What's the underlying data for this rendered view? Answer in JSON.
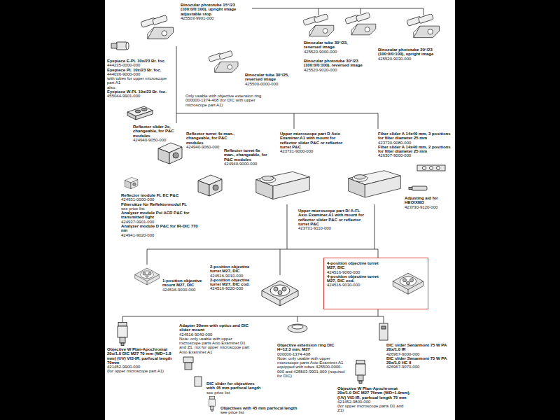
{
  "diagram": {
    "nodes": [
      {
        "text": [
          "4-position objective turret M27, DIC",
          "424516-9060-000",
          "4-position objective turret M27, DIC cod.",
          "424516-9030-000"
        ]
      }
    ],
    "labels": [
      "Eyepiece E-PL 10x/23 Br. foc.",
      "444235-0000-000",
      "Eyepiece PL 10x/23 Br. foc.",
      "444036-9000-000",
      "with tubes for upper microscope part A1",
      "also:",
      "Eyepiece W-PL 10x/23 Br. foc.",
      "455044-9901-000",
      "Binocular phototube 15°/23 (100:0/0:100), upright image adjustable stop",
      "425503-9901-000",
      "Binocular tube 30°/25, reversed image",
      "425500-0000-000",
      "Only usable with objective extension ring 000000-1374-408 (for DIC with upper microscope part A1)",
      "Binocular tube 30°/23, reversed image",
      "425520-9000-000",
      "Binocular phototube 30°/23 (100:0/0:100), reversed image",
      "425520-9020-000",
      "Binocular phototube 20°/23 (100:0/0:100), upright image",
      "425520-9030-000",
      "Reflector slider 2x, changeable, for P&C modules",
      "424940-9050-000",
      "Reflector turret 4x man., changeable, for P&C modules",
      "424940-9060-000",
      "Reflector turret 6x man., changeable, for P&C modules",
      "424940-9000-000",
      "Reflector module FL EC P&C",
      "424931-0000-000",
      "Filtersätze für Reflektormodul FL",
      "see price list",
      "Analyzer module Pol ACR P&C for transmitted light",
      "424937-9901-000",
      "Analyzer module D P&C for IR-DIC 770 nm",
      "424941-9020-000",
      "Upper microscope part D Axio Examiner.A1 with mount for reflector slider P&C or reflector turret P&C",
      "423731-9000-000",
      "Filter slider A 14x40 mm, 3 positions for filter diameter 25 mm",
      "423730-9080-000",
      "Filter slider A 14x40 mm, 2 positions for filter diameter 25 mm",
      "426307-9000-000",
      "Adjusting aid for HBO/XBO",
      "423730-9120-000",
      "Upper microscope part D/ A-FL Axio Examiner.A1 with mount for reflector slider P&C or reflector turret P&C",
      "423731-9110-000",
      "1-position objective mount M27, DIC",
      "424516-9000-000",
      "2-position objective turret M27, DIC",
      "424516-9010-000",
      "2-position objective turret M27, DIC cod.",
      "424516-9020-000",
      "Objective W Plan-Apochromat 20x/1.0 DIC M27 70 mm (WD=1.8 mm) (UV) VIS-IR, parfocal length 70mm",
      "421452-9900-000",
      "(for upper microscope part A1)",
      "Adapter 30mm with optics and DIC slider mount",
      "424516-9040-000",
      "Note: only usable with upper microscope parts Axio Examiner.D1 and Z1, not for upper microscope part Axio Examiner.A1",
      "Objective extension ring DIC H=12.3 mm, M27",
      "000000-1374-408",
      "Note: only usable with upper microscope parts Axio Examiner.A1 equipped with tubes 425500-0000-000 and 425503-9901-000 (required for DIC)",
      "DIC slider Senarmont 75 W PA 20x/1.0 IR",
      "426967-9000-000",
      "DIC slider Senarmont 75 W PA 20x/1,0 HC II",
      "426967-9070-000",
      "DIC slider for objectives with 45 mm parfocal length",
      "see price list",
      "Objective W Plan-Apochromat 20x/1.0 DIC M27 75mm (WD=1.9mm), (UV) VIS-IR, parfocal length 75 mm",
      "421452-9800-000",
      "(for upper microscope parts D1 and Z1)",
      "Objectives with 45 mm parfocal length",
      "see price list"
    ]
  }
}
